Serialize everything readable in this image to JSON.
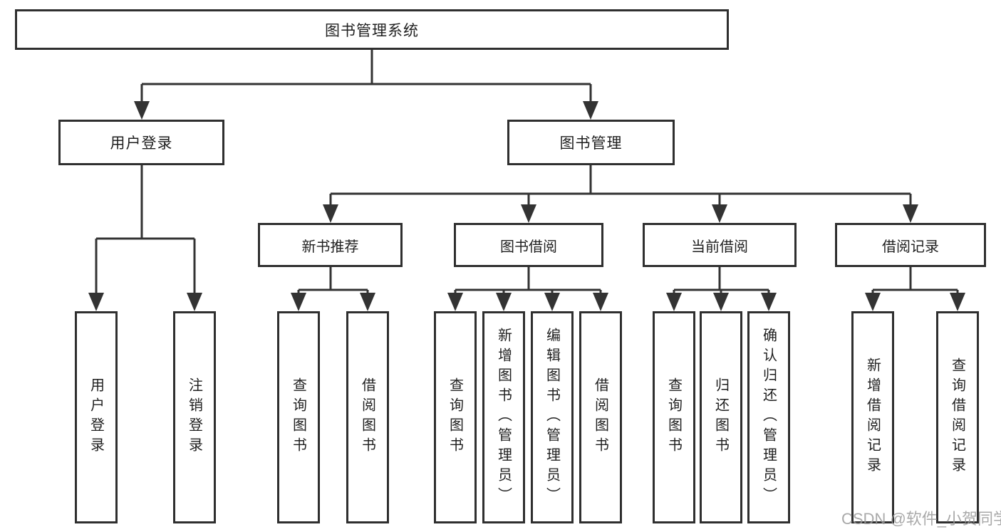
{
  "tree": {
    "root": "图书管理系统",
    "branches": [
      {
        "label": "用户登录",
        "children": [
          "用户登录",
          "注销登录"
        ]
      },
      {
        "label": "图书管理",
        "groups": [
          {
            "label": "新书推荐",
            "children": [
              "查询图书",
              "借阅图书"
            ]
          },
          {
            "label": "图书借阅",
            "children": [
              "查询图书",
              "新增图书（管理员）",
              "编辑图书（管理员）",
              "借阅图书"
            ]
          },
          {
            "label": "当前借阅",
            "children": [
              "查询图书",
              "归还图书",
              "确认归还（管理员）"
            ]
          },
          {
            "label": "借阅记录",
            "children": [
              "新增借阅记录",
              "查询借阅记录"
            ]
          }
        ]
      }
    ]
  },
  "watermark": "CSDN @软件_小贺同学",
  "colors": {
    "line": "#333333",
    "border": "#2f2f2f",
    "text": "#1f1f1f",
    "watermark": "#9b9b9b",
    "background": "#ffffff"
  }
}
